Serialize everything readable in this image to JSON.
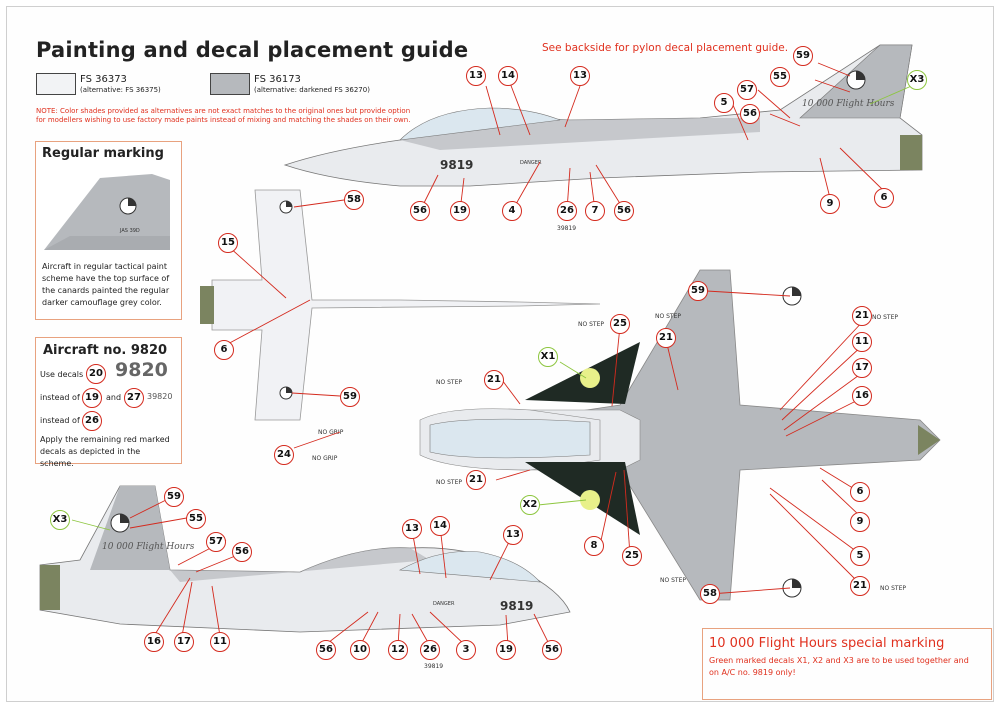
{
  "title": "Painting and decal placement guide",
  "backside_note": "See backside for pylon decal placement guide.",
  "swatches": [
    {
      "name": "FS 36373",
      "alt": "(alternative: FS 36375)",
      "color": "#f2f3f5"
    },
    {
      "name": "FS 36173",
      "alt": "(alternative: darkened FS 36270)",
      "color": "#b6b9bd"
    }
  ],
  "note": "NOTE: Color shades provided as alternatives are not exact matches to the original ones but provide option for modellers wishing to use factory made paints instead of mixing and matching the shades on their own.",
  "regular": {
    "title": "Regular marking",
    "text": "Aircraft in regular tactical paint scheme have the top surface of the canards painted the regular darker camouflage grey color.",
    "fin_text": "JAS 39D"
  },
  "aircraft9820": {
    "title": "Aircraft no. 9820",
    "use": "Use decals",
    "use_num": "20",
    "serial_big": "9820",
    "instead": "instead of",
    "and": "and",
    "n19": "19",
    "n27": "27",
    "serial_small": "39820",
    "instead2": "instead of",
    "n26": "26",
    "apply": "Apply the remaining red marked decals as depicted in the scheme."
  },
  "special": {
    "title": "10 000 Flight Hours special marking",
    "text": "Green marked decals X1, X2 and X3 are to be used together and on A/C no. 9819 only!"
  },
  "aircraft": {
    "serial": "9819",
    "serial_small": "39819",
    "fin_text": "10 000 Flight Hours",
    "fin_type": "JAS 39D",
    "danger": "DANGER",
    "no_step": "NO STEP",
    "no_grip": "NO GRIP"
  },
  "colors": {
    "red": "#d42a1e",
    "green": "#8dc63f",
    "light_grey": "#e9ebee",
    "dark_grey": "#b6b9bd",
    "radome": "#7b8460"
  },
  "badges": [
    {
      "id": "b59a",
      "label": "59"
    },
    {
      "id": "b55a",
      "label": "55"
    },
    {
      "id": "x3a",
      "label": "X3",
      "green": true
    },
    {
      "id": "b13a",
      "label": "13"
    },
    {
      "id": "b14a",
      "label": "14"
    },
    {
      "id": "b13b",
      "label": "13"
    },
    {
      "id": "b57a",
      "label": "57"
    },
    {
      "id": "b5a",
      "label": "5"
    },
    {
      "id": "b56a",
      "label": "56"
    },
    {
      "id": "b56b",
      "label": "56"
    },
    {
      "id": "b19a",
      "label": "19"
    },
    {
      "id": "b4a",
      "label": "4"
    },
    {
      "id": "b26a",
      "label": "26"
    },
    {
      "id": "b7a",
      "label": "7"
    },
    {
      "id": "b56c",
      "label": "56"
    },
    {
      "id": "b9a",
      "label": "9"
    },
    {
      "id": "b6a",
      "label": "6"
    },
    {
      "id": "b58a",
      "label": "58"
    },
    {
      "id": "b15a",
      "label": "15"
    },
    {
      "id": "b6b",
      "label": "6"
    },
    {
      "id": "b59b",
      "label": "59"
    },
    {
      "id": "b59c",
      "label": "59"
    },
    {
      "id": "b25a",
      "label": "25"
    },
    {
      "id": "b21a",
      "label": "21"
    },
    {
      "id": "b21b",
      "label": "21"
    },
    {
      "id": "x1",
      "label": "X1",
      "green": true
    },
    {
      "id": "b21c",
      "label": "21"
    },
    {
      "id": "b11a",
      "label": "11"
    },
    {
      "id": "b17a",
      "label": "17"
    },
    {
      "id": "b16a",
      "label": "16"
    },
    {
      "id": "b24a",
      "label": "24"
    },
    {
      "id": "b21d",
      "label": "21"
    },
    {
      "id": "x2",
      "label": "X2",
      "green": true
    },
    {
      "id": "b6c",
      "label": "6"
    },
    {
      "id": "b9b",
      "label": "9"
    },
    {
      "id": "b8a",
      "label": "8"
    },
    {
      "id": "b25b",
      "label": "25"
    },
    {
      "id": "b5b",
      "label": "5"
    },
    {
      "id": "b21e",
      "label": "21"
    },
    {
      "id": "b58b",
      "label": "58"
    },
    {
      "id": "x3b",
      "label": "X3",
      "green": true
    },
    {
      "id": "b59d",
      "label": "59"
    },
    {
      "id": "b55b",
      "label": "55"
    },
    {
      "id": "b57b",
      "label": "57"
    },
    {
      "id": "b56d",
      "label": "56"
    },
    {
      "id": "b13c",
      "label": "13"
    },
    {
      "id": "b14b",
      "label": "14"
    },
    {
      "id": "b13d",
      "label": "13"
    },
    {
      "id": "b16b",
      "label": "16"
    },
    {
      "id": "b17b",
      "label": "17"
    },
    {
      "id": "b11b",
      "label": "11"
    },
    {
      "id": "b56e",
      "label": "56"
    },
    {
      "id": "b10a",
      "label": "10"
    },
    {
      "id": "b12a",
      "label": "12"
    },
    {
      "id": "b26b",
      "label": "26"
    },
    {
      "id": "b3a",
      "label": "3"
    },
    {
      "id": "b19b",
      "label": "19"
    },
    {
      "id": "b56f",
      "label": "56"
    }
  ]
}
